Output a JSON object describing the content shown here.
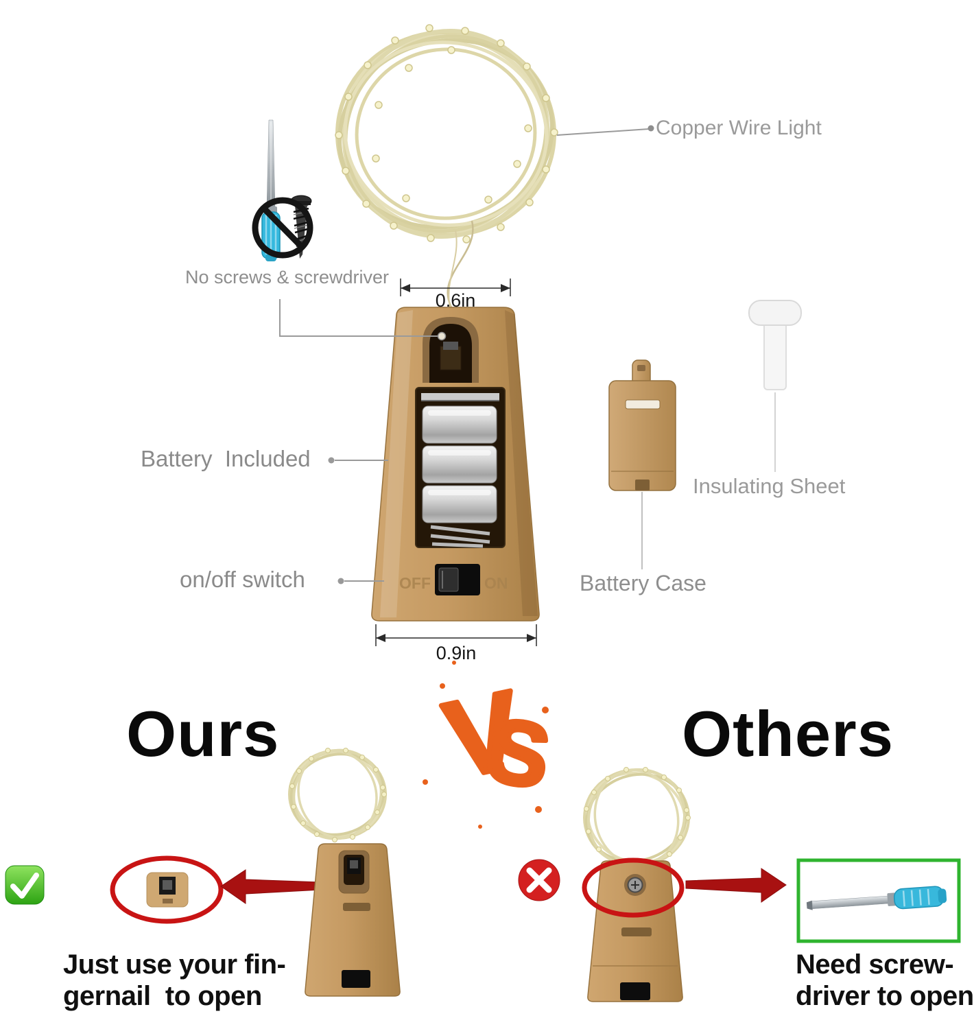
{
  "callouts": {
    "copper_wire_light": "Copper Wire Light",
    "no_screws": "No screws & screwdriver",
    "battery_included": "Battery  Included",
    "on_off_switch": "on/off switch",
    "battery_case": "Battery Case",
    "insulating_sheet": "Insulating Sheet"
  },
  "dimensions": {
    "cork_top_width": "0.6in",
    "cork_bottom_width": "0.9in"
  },
  "switch_markings": {
    "off": "OFF",
    "on": "ON"
  },
  "comparison": {
    "ours_heading": "Ours",
    "others_heading": "Others",
    "vs_letters": [
      "V",
      "S"
    ],
    "ours_caption": [
      "Just use your fin-",
      "gernail  to open"
    ],
    "others_caption": [
      "Need screw-",
      "driver to open"
    ]
  },
  "colors": {
    "cork_tan": "#c59a62",
    "vs_orange": "#e8611c",
    "alert_red": "#c81414",
    "ok_green": "#2fb42f",
    "label_gray": "#8e8e8e"
  }
}
